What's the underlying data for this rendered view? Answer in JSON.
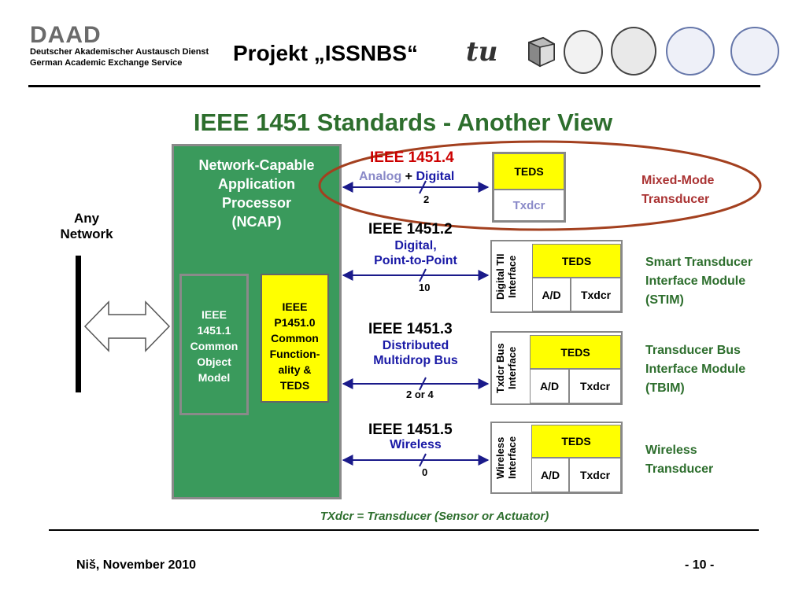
{
  "header": {
    "logo": "DAAD",
    "org_de": "Deutscher Akademischer Austausch Dienst",
    "org_en": "German Academic Exchange Service",
    "project": "Projekt „ISSNBS“"
  },
  "title": "IEEE 1451 Standards - Another View",
  "ncap": {
    "label_lines": [
      "Network-Capable",
      "Application",
      "Processor",
      "(NCAP)"
    ],
    "object_model_lines": [
      "IEEE",
      "1451.1",
      "Common",
      "Object",
      "Model"
    ],
    "common_lines": [
      "IEEE",
      "P1451.0",
      "Common",
      "Function-",
      "ality &",
      "TEDS"
    ]
  },
  "network": {
    "lines": [
      "Any",
      "Network"
    ]
  },
  "standards": [
    {
      "std_prefix": "IEEE ",
      "std_num": "1451.4",
      "sub_a": "Analog",
      "sub_plus": " + ",
      "sub_b": "Digital",
      "count": "2"
    },
    {
      "std": "IEEE 1451.2",
      "sub1": "Digital,",
      "sub2": "Point-to-Point",
      "count": "10"
    },
    {
      "std": "IEEE 1451.3",
      "sub1": "Distributed",
      "sub2": "Multidrop Bus",
      "count": "2 or 4"
    },
    {
      "std": "IEEE 1451.5",
      "sub1": "Wireless",
      "count": "0"
    }
  ],
  "transducers": {
    "mixed": {
      "teds": "TEDS",
      "txdcr": "Txdcr"
    },
    "stim": {
      "interface": [
        "Digital TII",
        "Interface"
      ],
      "teds": "TEDS",
      "ad": "A/D",
      "txdcr": "Txdcr"
    },
    "tbim": {
      "interface": [
        "Txdcr Bus",
        "Interface"
      ],
      "teds": "TEDS",
      "ad": "A/D",
      "txdcr": "Txdcr"
    },
    "wireless": {
      "interface": [
        "Wireless",
        "Interface"
      ],
      "teds": "TEDS",
      "ad": "A/D",
      "txdcr": "Txdcr"
    }
  },
  "right_labels": {
    "mixed": [
      "Mixed-Mode",
      "Transducer"
    ],
    "stim": [
      "Smart Transducer",
      "Interface Module",
      "(STIM)"
    ],
    "tbim": [
      "Transducer Bus",
      "Interface Module",
      "(TBIM)"
    ],
    "wireless": [
      "Wireless",
      "Transducer"
    ]
  },
  "footnote": "TXdcr = Transducer (Sensor or Actuator)",
  "footer": {
    "place_date": "Niš, November 2010",
    "page": "- 10 -"
  },
  "colors": {
    "title_green": "#2d6e2d",
    "ncap_green": "#3a9a5c",
    "teds_yellow": "#ffff00",
    "ellipse": "#a3401f",
    "blue": "#1a1aa6",
    "red": "#cc0000"
  }
}
